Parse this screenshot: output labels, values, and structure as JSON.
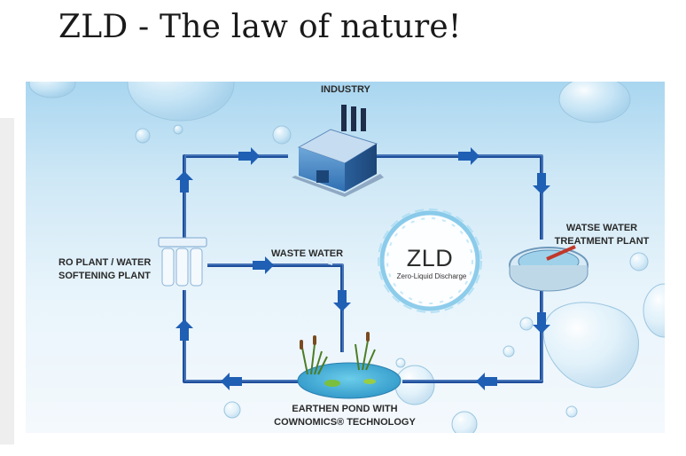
{
  "slide": {
    "title": "ZLD - The law of nature!"
  },
  "diagram": {
    "nodes": {
      "industry": {
        "label": "INDUSTRY"
      },
      "treatment": {
        "label_line1": "WATSE WATER",
        "label_line2": "TREATMENT PLANT"
      },
      "ro_plant": {
        "label_line1": "RO PLANT / WATER",
        "label_line2": "SOFTENING PLANT"
      },
      "pond": {
        "label_line1": "EARTHEN POND WITH",
        "label_line2": "COWNOMICS® TECHNOLOGY"
      }
    },
    "edge_labels": {
      "waste_water": "WASTE WATER"
    },
    "center_badge": {
      "title": "ZLD",
      "subtitle": "Zero-Liquid Discharge"
    },
    "flows": [
      "RO Plant / Water Softening Plant → Industry",
      "Industry → Watse Water Treatment Plant",
      "Watse Water Treatment Plant → Earthen Pond",
      "Earthen Pond → RO Plant / Water Softening Plant",
      "RO Plant / Water Softening Plant → Earthen Pond (Waste Water)"
    ]
  },
  "colors": {
    "pipe": "#1e4f9c",
    "arrow": "#1f5fb4",
    "background_top": "#a9d6f0",
    "background_bottom": "#f4f9fd"
  }
}
